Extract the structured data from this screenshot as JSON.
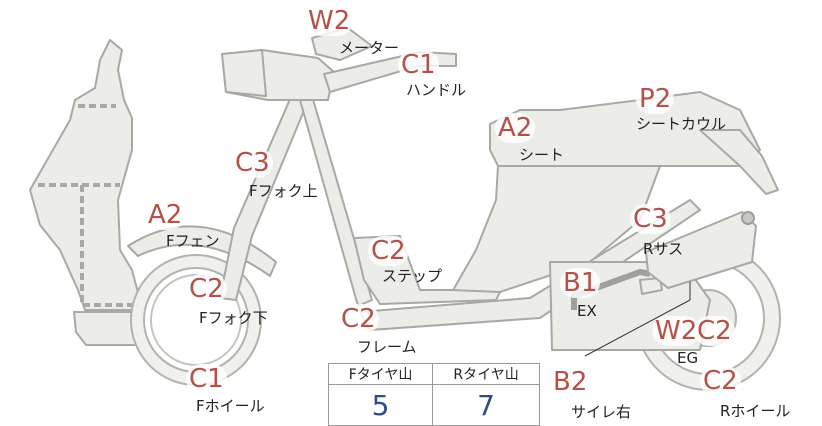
{
  "parts": {
    "meter": {
      "grade": "W2",
      "label": "メーター"
    },
    "handle": {
      "grade": "C1",
      "label": "ハンドル"
    },
    "seat": {
      "grade": "A2",
      "label": "シート"
    },
    "seat_cowl": {
      "grade": "P2",
      "label": "シートカウル"
    },
    "ffork_up": {
      "grade": "C3",
      "label": "Fフォク上"
    },
    "ffender": {
      "grade": "A2",
      "label": "Fフェン"
    },
    "step": {
      "grade": "C2",
      "label": "ステップ"
    },
    "rsus": {
      "grade": "C3",
      "label": "Rサス"
    },
    "ex": {
      "grade": "B1",
      "label": "EX"
    },
    "ffork_low": {
      "grade": "C2",
      "label": "Fフォク下"
    },
    "frame": {
      "grade": "C2",
      "label": "フレーム"
    },
    "eg": {
      "grade": "W2",
      "label": "EG"
    },
    "eg_c2": {
      "grade": "C2"
    },
    "fwheel": {
      "grade": "C1",
      "label": "Fホイール"
    },
    "silencer": {
      "grade": "B2",
      "label": "サイレ右"
    },
    "rwheel": {
      "grade": "C2",
      "label": "Rホイール"
    }
  },
  "tire_table": {
    "front_header": "Fタイヤ山",
    "rear_header": "Rタイヤ山",
    "front_value": "5",
    "rear_value": "7"
  }
}
